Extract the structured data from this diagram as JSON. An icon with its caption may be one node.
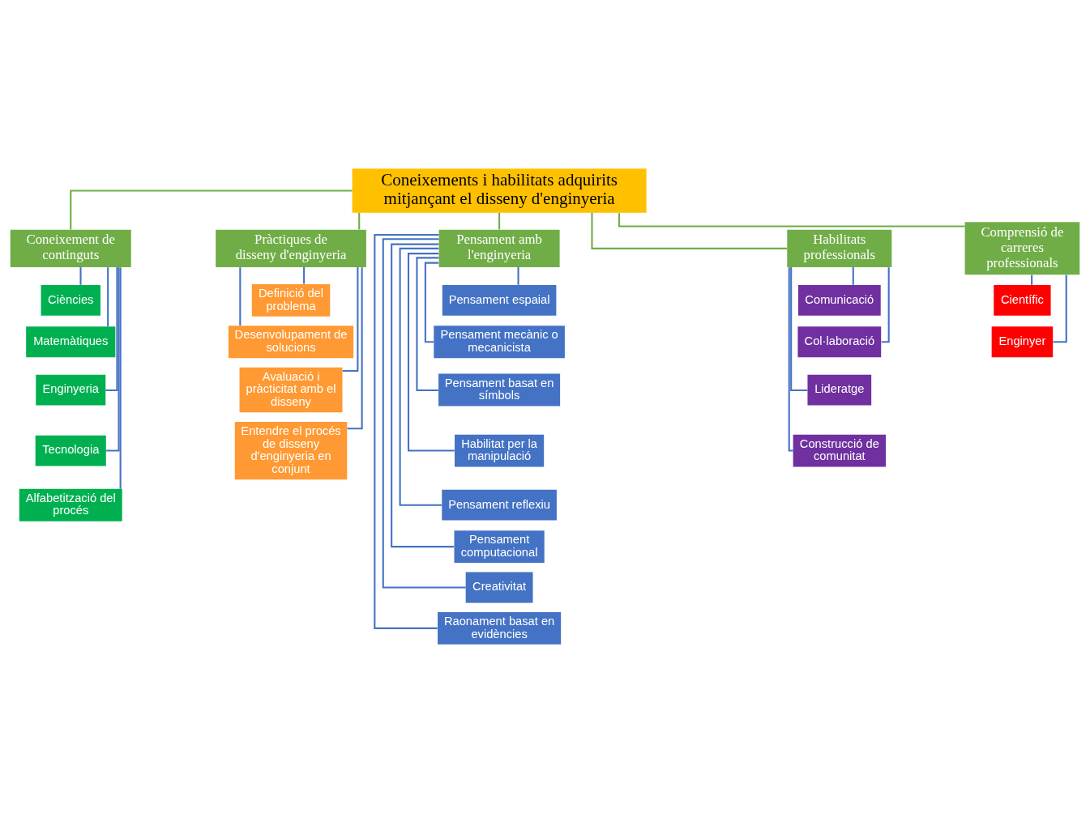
{
  "diagram": {
    "nodes": [
      {
        "text": [
          "Coneixements i habilitats adquirits mitjançant el disseny d'enginyeria"
        ]
      },
      {
        "text": [
          "Coneixement de continguts"
        ]
      },
      {
        "text": [
          "Ciències"
        ]
      },
      {
        "text": [
          "Matemàtiques"
        ]
      },
      {
        "text": [
          "Enginyeria"
        ]
      },
      {
        "text": [
          "Tecnologia"
        ]
      },
      {
        "text": [
          "Alfabetització del procés"
        ]
      },
      {
        "text": [
          "Pràctiques de disseny d'enginyeria"
        ]
      },
      {
        "text": [
          "Definició del problema"
        ]
      },
      {
        "text": [
          "Desenvolupament de solucions"
        ]
      },
      {
        "text": [
          "Avaluació i pràcticitat amb el disseny"
        ]
      },
      {
        "text": [
          "Entendre el procés de disseny d'enginyeria en conjunt"
        ]
      },
      {
        "text": [
          "Pensament amb l'enginyeria"
        ]
      },
      {
        "text": [
          "Pensament espaial"
        ]
      },
      {
        "text": [
          "Pensament mecànic o mecanicista"
        ]
      },
      {
        "text": [
          "Pensament basat en símbols"
        ]
      },
      {
        "text": [
          "Habilitat per la manipulació"
        ]
      },
      {
        "text": [
          "Pensament reflexiu"
        ]
      },
      {
        "text": [
          "Pensament computacional"
        ]
      },
      {
        "text": [
          "Creativitat"
        ]
      },
      {
        "text": [
          "Raonament basat en evidències"
        ]
      },
      {
        "text": [
          "Habilitats professionals"
        ]
      },
      {
        "text": [
          "Comunicació"
        ]
      },
      {
        "text": [
          "Col·laboració"
        ]
      },
      {
        "text": [
          "Lideratge"
        ]
      },
      {
        "text": [
          "Construcció de comunitat"
        ]
      },
      {
        "text": [
          "Comprensió de carreres professionals"
        ]
      },
      {
        "text": [
          "Científic"
        ]
      },
      {
        "text": [
          "Enginyer"
        ]
      }
    ],
    "edges": [
      {
        "from": 0,
        "to": 1,
        "arrow": "none",
        "color": "#70ad47"
      },
      {
        "from": 0,
        "to": 7,
        "arrow": "none",
        "color": "#70ad47"
      },
      {
        "from": 0,
        "to": 12,
        "arrow": "none",
        "color": "#70ad47"
      },
      {
        "from": 0,
        "to": 21,
        "arrow": "none",
        "color": "#70ad47"
      },
      {
        "from": 0,
        "to": 26,
        "arrow": "none",
        "color": "#70ad47"
      },
      {
        "from": 1,
        "to": 2,
        "arrow": "none"
      },
      {
        "from": 1,
        "to": 3,
        "arrow": "none"
      },
      {
        "from": 1,
        "to": 4,
        "arrow": "none"
      },
      {
        "from": 1,
        "to": 5,
        "arrow": "none"
      },
      {
        "from": 1,
        "to": 6,
        "arrow": "none"
      },
      {
        "from": 7,
        "to": 8,
        "arrow": "none"
      },
      {
        "from": 7,
        "to": 9,
        "arrow": "none"
      },
      {
        "from": 7,
        "to": 10,
        "arrow": "none"
      },
      {
        "from": 7,
        "to": 11,
        "arrow": "none"
      },
      {
        "from": 12,
        "to": 13,
        "arrow": "none"
      },
      {
        "from": 12,
        "to": 14,
        "arrow": "none"
      },
      {
        "from": 12,
        "to": 15,
        "arrow": "none"
      },
      {
        "from": 12,
        "to": 16,
        "arrow": "none"
      },
      {
        "from": 12,
        "to": 17,
        "arrow": "none"
      },
      {
        "from": 12,
        "to": 18,
        "arrow": "none"
      },
      {
        "from": 12,
        "to": 19,
        "arrow": "none"
      },
      {
        "from": 12,
        "to": 20,
        "arrow": "none"
      },
      {
        "from": 21,
        "to": 22,
        "arrow": "none"
      },
      {
        "from": 21,
        "to": 23,
        "arrow": "none"
      },
      {
        "from": 21,
        "to": 24,
        "arrow": "none"
      },
      {
        "from": 21,
        "to": 25,
        "arrow": "none"
      },
      {
        "from": 26,
        "to": 27,
        "arrow": "none"
      },
      {
        "from": 26,
        "to": 28,
        "arrow": "none"
      }
    ]
  }
}
